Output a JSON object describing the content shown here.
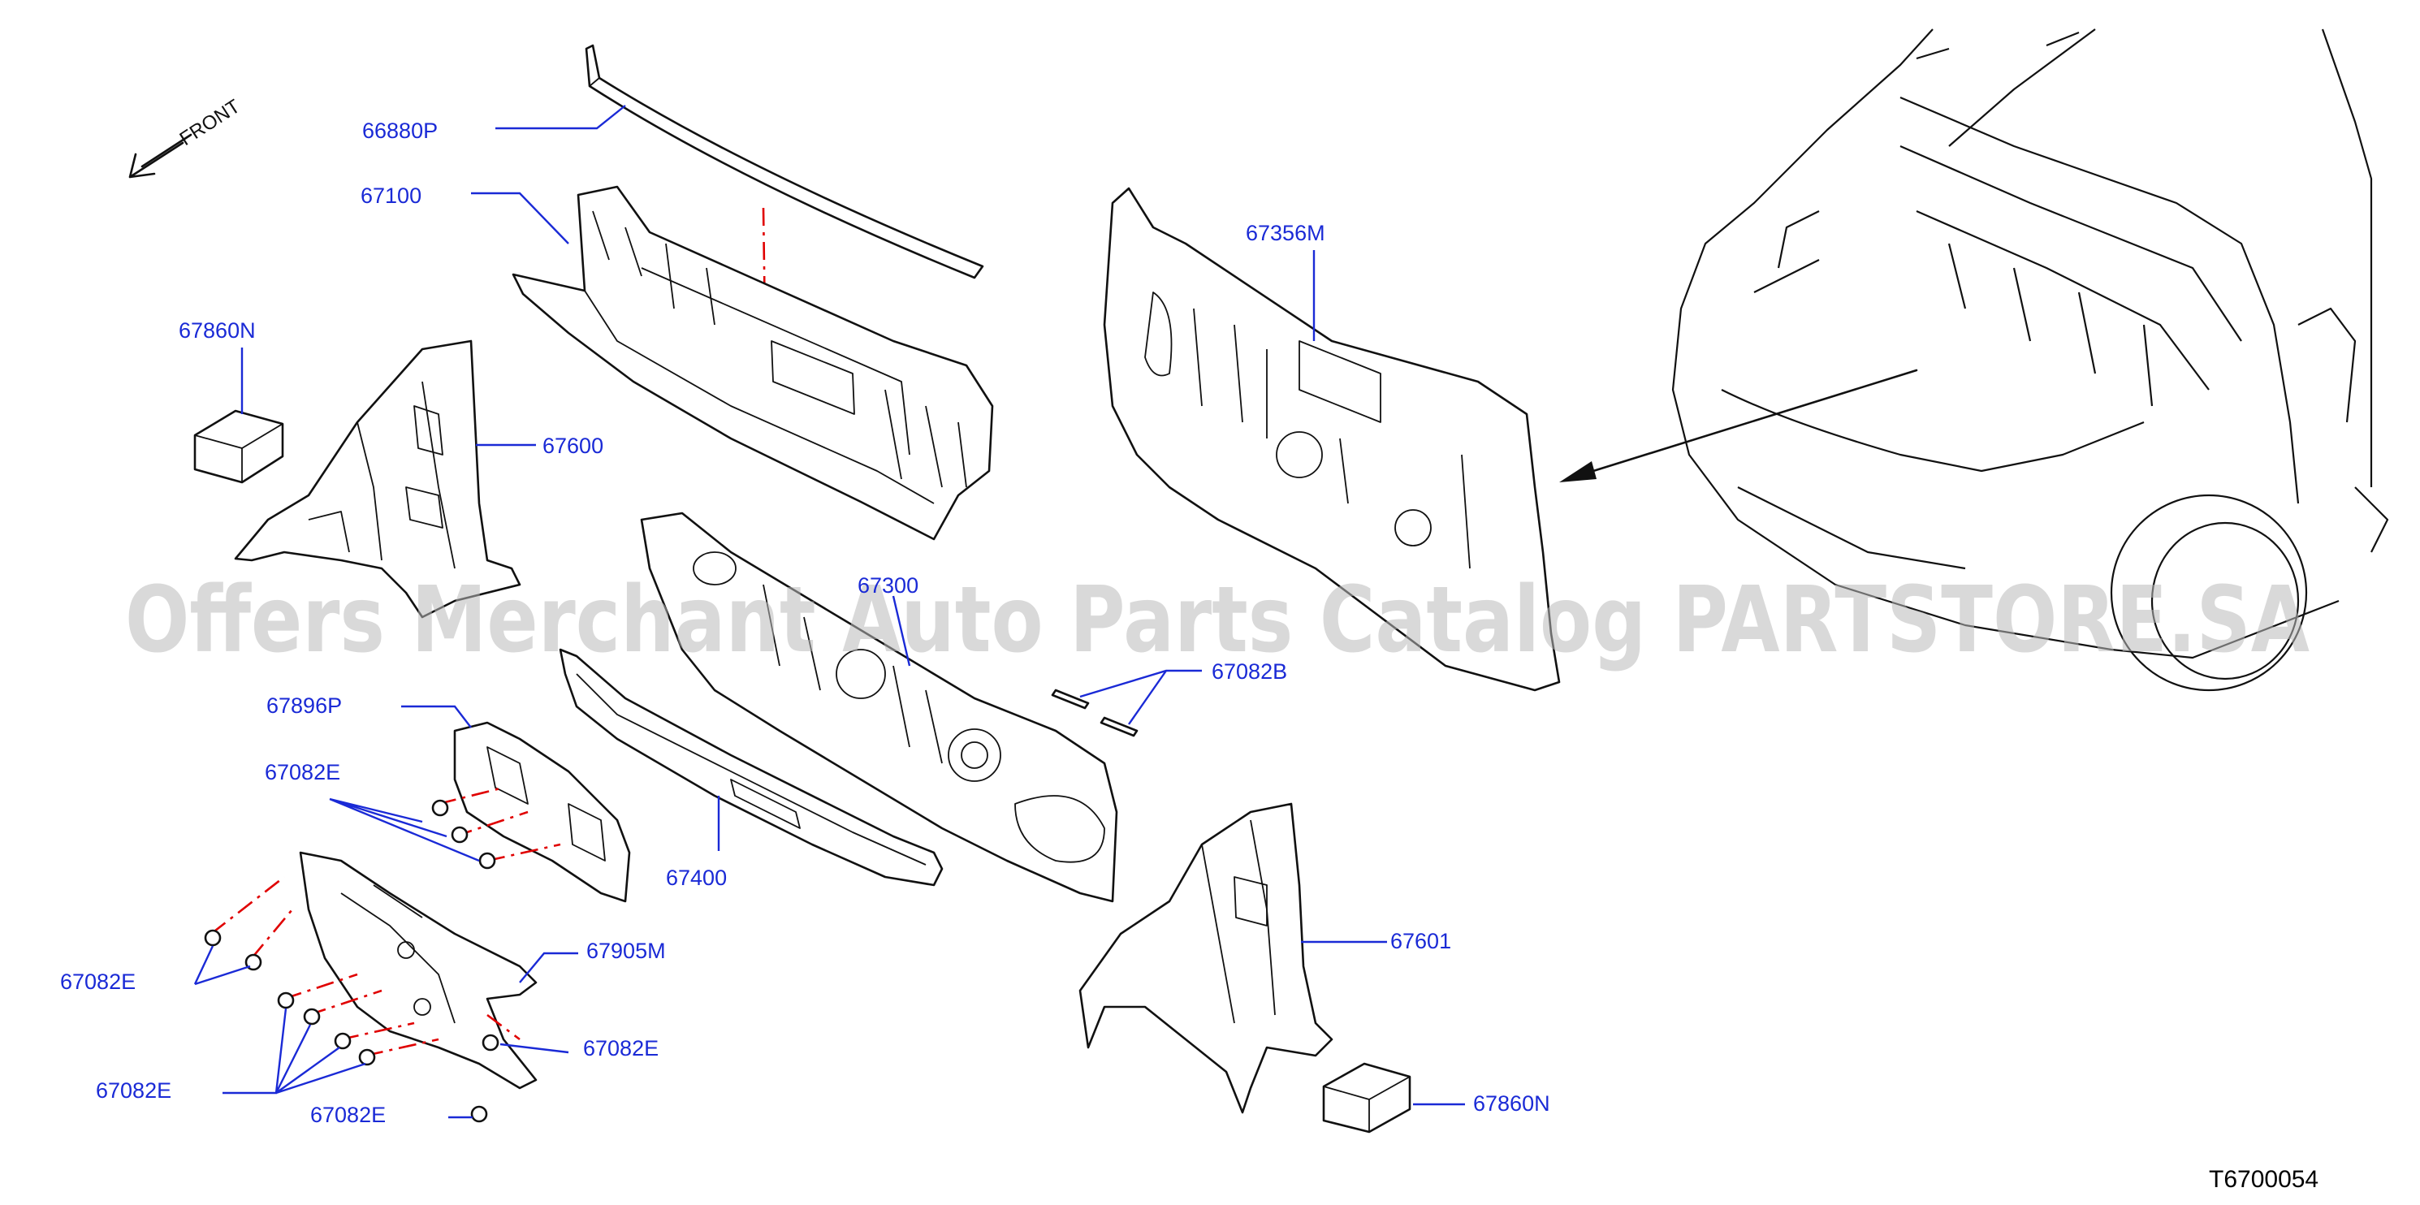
{
  "front_indicator": {
    "label": "FRONT"
  },
  "diagram_code": "T6700054",
  "watermark": "Offers Merchant Auto Parts Catalog PARTSTORE.SA",
  "callouts": [
    {
      "id": "66880P",
      "label": "66880P"
    },
    {
      "id": "67100",
      "label": "67100"
    },
    {
      "id": "67860N_top",
      "label": "67860N"
    },
    {
      "id": "67600",
      "label": "67600"
    },
    {
      "id": "67356M",
      "label": "67356M"
    },
    {
      "id": "67300",
      "label": "67300"
    },
    {
      "id": "67082B",
      "label": "67082B"
    },
    {
      "id": "67896P",
      "label": "67896P"
    },
    {
      "id": "67082E_a",
      "label": "67082E"
    },
    {
      "id": "67400",
      "label": "67400"
    },
    {
      "id": "67905M",
      "label": "67905M"
    },
    {
      "id": "67082E_b",
      "label": "67082E"
    },
    {
      "id": "67082E_c",
      "label": "67082E"
    },
    {
      "id": "67082E_d",
      "label": "67082E"
    },
    {
      "id": "67082E_e",
      "label": "67082E"
    },
    {
      "id": "67601",
      "label": "67601"
    },
    {
      "id": "67860N_bottom",
      "label": "67860N"
    }
  ]
}
